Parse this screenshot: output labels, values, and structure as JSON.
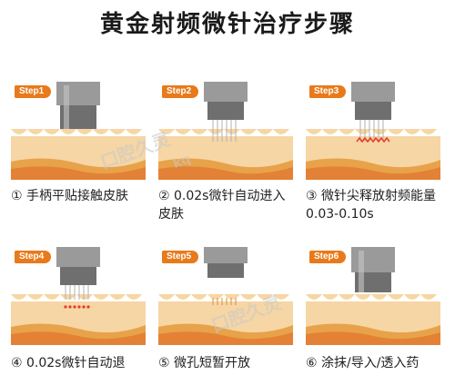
{
  "title": "黄金射频微针治疗步骤",
  "steps": [
    {
      "badge": "Step1",
      "caption": "① 手柄平贴接触皮肤"
    },
    {
      "badge": "Step2",
      "caption": "② 0.02s微针自动进入皮肤"
    },
    {
      "badge": "Step3",
      "caption": "③ 微针尖释放射频能量0.03-0.10s"
    },
    {
      "badge": "Step4",
      "caption": "④ 0.02s微针自动退"
    },
    {
      "badge": "Step5",
      "caption": "⑤ 微孔短暂开放"
    },
    {
      "badge": "Step6",
      "caption": "⑥ 涂抹/导入/透入药"
    }
  ],
  "watermark": {
    "brand": "口腔久灵",
    "site": "kq"
  },
  "colors": {
    "accent": "#e87a1b",
    "skin": "#f7d9a8",
    "deep": "#e8a24a",
    "device": "#8a8a8a"
  }
}
